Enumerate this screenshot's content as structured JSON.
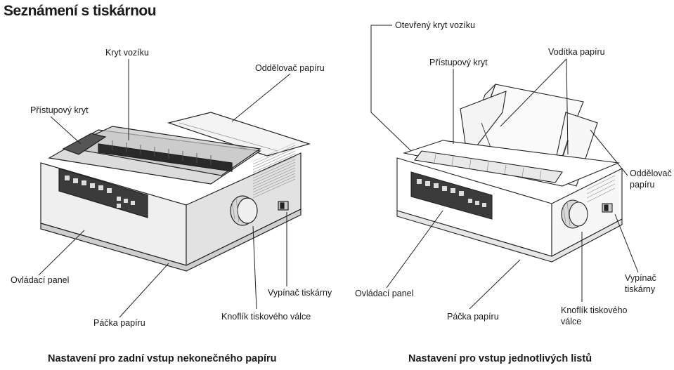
{
  "page_title": "Seznámení s tiskárnou",
  "left": {
    "caption": "Nastavení pro zadní vstup nekonečného papíru",
    "labels": {
      "carriage_cover": "Kryt vozíku",
      "paper_separator": "Oddělovač papíru",
      "access_cover": "Přístupový kryt",
      "control_panel": "Ovládací panel",
      "paper_lever": "Páčka papíru",
      "platen_knob": "Knoflík tiskového válce",
      "power_switch": "Vypínač tiskárny"
    }
  },
  "right": {
    "caption": "Nastavení pro vstup jednotlivých listů",
    "labels": {
      "open_carriage_cover": "Otevřený kryt vozíku",
      "access_cover": "Přístupový kryt",
      "paper_guides": "Vodítka papíru",
      "paper_separator_1": "Oddělovač",
      "paper_separator_2": "papíru",
      "control_panel": "Ovládací panel",
      "paper_lever": "Páčka papíru",
      "platen_knob_1": "Knoflík tiskového",
      "platen_knob_2": "válce",
      "power_switch_1": "Vypínač",
      "power_switch_2": "tiskárny"
    }
  }
}
